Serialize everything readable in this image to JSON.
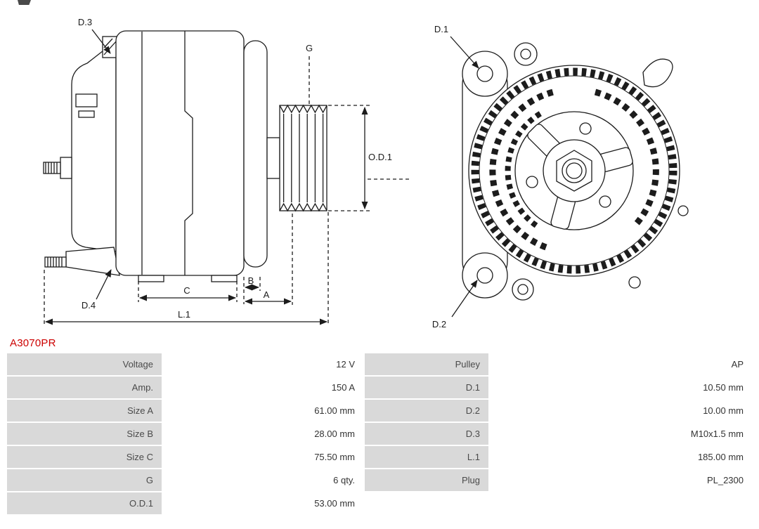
{
  "part_number": "A3070PR",
  "accent_color": "#cc0000",
  "diagram": {
    "side_view": {
      "labels": {
        "d3": "D.3",
        "d4": "D.4",
        "g": "G",
        "od1": "O.D.1",
        "a": "A",
        "b": "B",
        "c": "C",
        "l1": "L.1"
      }
    },
    "front_view": {
      "labels": {
        "d1": "D.1",
        "d2": "D.2"
      }
    }
  },
  "table": {
    "rows": [
      {
        "label_left": "Voltage",
        "value_left": "12 V",
        "label_right": "Pulley",
        "value_right": "AP"
      },
      {
        "label_left": "Amp.",
        "value_left": "150 A",
        "label_right": "D.1",
        "value_right": "10.50 mm"
      },
      {
        "label_left": "Size A",
        "value_left": "61.00 mm",
        "label_right": "D.2",
        "value_right": "10.00 mm"
      },
      {
        "label_left": "Size B",
        "value_left": "28.00 mm",
        "label_right": "D.3",
        "value_right": "M10x1.5 mm"
      },
      {
        "label_left": "Size C",
        "value_left": "75.50 mm",
        "label_right": "L.1",
        "value_right": "185.00 mm"
      },
      {
        "label_left": "G",
        "value_left": "6 qty.",
        "label_right": "Plug",
        "value_right": "PL_2300"
      },
      {
        "label_left": "O.D.1",
        "value_left": "53.00 mm",
        "label_right": "",
        "value_right": ""
      }
    ]
  }
}
